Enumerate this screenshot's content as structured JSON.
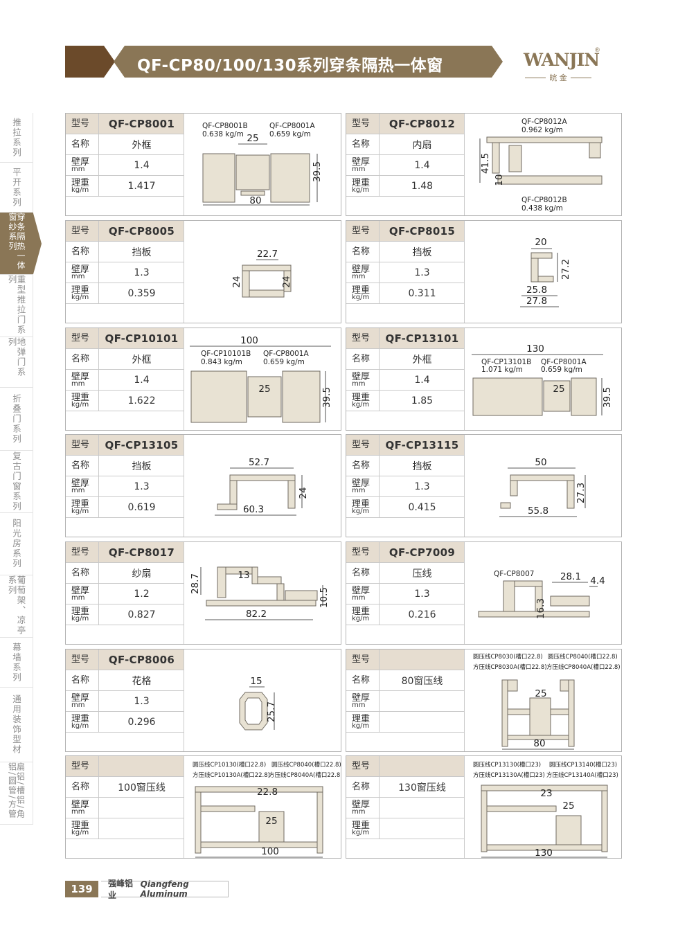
{
  "header": {
    "title": "QF-CP80/100/130系列穿条隔热一体窗"
  },
  "logo": {
    "text": "WANJIN",
    "registered": "®",
    "subtitle": "皖 金"
  },
  "sidebar": [
    {
      "label": "推拉系列",
      "active": false
    },
    {
      "label": "平开系列",
      "active": false
    },
    {
      "label": "穿条隔热一体窗纱系列",
      "active": true
    },
    {
      "label": "重型推拉门系列",
      "active": false
    },
    {
      "label": "地弹门系列",
      "active": false
    },
    {
      "label": "折叠门系列",
      "active": false
    },
    {
      "label": "复古门窗系列",
      "active": false
    },
    {
      "label": "阳光房系列",
      "active": false
    },
    {
      "label": "葡萄架、凉亭系列",
      "active": false
    },
    {
      "label": "幕墙系列",
      "active": false
    },
    {
      "label": "通用装饰型材",
      "active": false
    },
    {
      "label": "扁铝/槽铝/角铝/圆管/方管",
      "active": false
    }
  ],
  "labels": {
    "model": "型号",
    "name": "名称",
    "wall": "壁厚",
    "wall_unit": "mm",
    "weight": "理重",
    "weight_unit": "kg/m"
  },
  "cards": [
    {
      "model": "QF-CP8001",
      "name": "外框",
      "wall": "1.4",
      "weight": "1.417",
      "notes": [
        "QF-CP8001B",
        "0.638 kg/m",
        "QF-CP8001A",
        "0.659 kg/m"
      ],
      "dims": [
        "25",
        "39.5",
        "80"
      ]
    },
    {
      "model": "QF-CP8012",
      "name": "内扇",
      "wall": "1.4",
      "weight": "1.48",
      "notes": [
        "QF-CP8012A",
        "0.962 kg/m",
        "QF-CP8012B",
        "0.438 kg/m"
      ],
      "dims": [
        "41.5",
        "10"
      ]
    },
    {
      "model": "QF-CP8005",
      "name": "挡板",
      "wall": "1.3",
      "weight": "0.359",
      "dims": [
        "22.7",
        "24",
        "24"
      ]
    },
    {
      "model": "QF-CP8015",
      "name": "挡板",
      "wall": "1.3",
      "weight": "0.311",
      "dims": [
        "20",
        "27.2",
        "25.8",
        "27.8"
      ]
    },
    {
      "model": "QF-CP10101",
      "name": "外框",
      "wall": "1.4",
      "weight": "1.622",
      "notes": [
        "QF-CP10101B",
        "0.843 kg/m",
        "QF-CP8001A",
        "0.659 kg/m"
      ],
      "dims": [
        "100",
        "25",
        "39.5"
      ]
    },
    {
      "model": "QF-CP13101",
      "name": "外框",
      "wall": "1.4",
      "weight": "1.85",
      "notes": [
        "QF-CP13101B",
        "1.071 kg/m",
        "QF-CP8001A",
        "0.659 kg/m"
      ],
      "dims": [
        "130",
        "25",
        "39.5"
      ]
    },
    {
      "model": "QF-CP13105",
      "name": "挡板",
      "wall": "1.3",
      "weight": "0.619",
      "dims": [
        "52.7",
        "24",
        "60.3"
      ]
    },
    {
      "model": "QF-CP13115",
      "name": "挡板",
      "wall": "1.3",
      "weight": "0.415",
      "dims": [
        "50",
        "27.3",
        "55.8"
      ]
    },
    {
      "model": "QF-CP8017",
      "name": "纱扇",
      "wall": "1.2",
      "weight": "0.827",
      "dims": [
        "28.7",
        "13",
        "10.5",
        "82.2"
      ]
    },
    {
      "model": "QF-CP7009",
      "name": "压线",
      "wall": "1.3",
      "weight": "0.216",
      "notes": [
        "QF-CP8007"
      ],
      "dims": [
        "28.1",
        "4.4",
        "16.3"
      ]
    },
    {
      "model": "QF-CP8006",
      "name": "花格",
      "wall": "1.3",
      "weight": "0.296",
      "dims": [
        "15",
        "25.7"
      ]
    },
    {
      "model": "",
      "name": "80窗压线",
      "wall": "",
      "weight": "",
      "notes": [
        "圆压线CP8030(槽口22.8)",
        "方压线CP8030A(槽口22.8)",
        "圆压线CP8040(槽口22.8)",
        "方压线CP8040A(槽口22.8)"
      ],
      "dims": [
        "25",
        "80"
      ]
    },
    {
      "model": "",
      "name": "100窗压线",
      "wall": "",
      "weight": "",
      "notes": [
        "圆压线CP10130(槽口22.8)",
        "方压线CP10130A(槽口22.8)",
        "圆压线CP8040(槽口22.8)",
        "方压线CP8040A(槽口22.8)"
      ],
      "dims": [
        "22.8",
        "25",
        "100"
      ]
    },
    {
      "model": "",
      "name": "130窗压线",
      "wall": "",
      "weight": "",
      "notes": [
        "圆压线CP13130(槽口23)",
        "方压线CP13130A(槽口23)",
        "圆压线CP13140(槽口23)",
        "方压线CP13140A(槽口23)"
      ],
      "dims": [
        "23",
        "25",
        "130"
      ]
    }
  ],
  "footer": {
    "page": "139",
    "brand_cn": "强峰铝业",
    "brand_en": "Qiangfeng Aluminum"
  },
  "colors": {
    "accent": "#8a7656",
    "header_dark": "#6b4a2a",
    "profile_fill": "#e8e2d3",
    "table_head": "#e6ddd0"
  }
}
